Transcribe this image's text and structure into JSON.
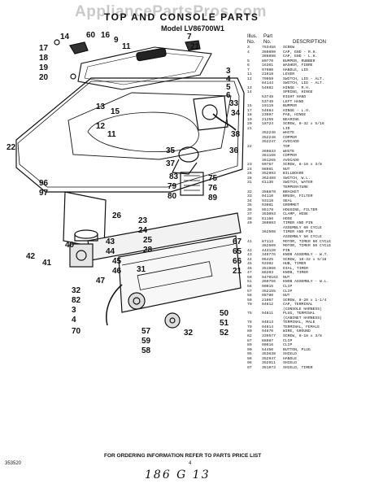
{
  "watermark": "AppliancePartsPros.com",
  "title": "TOP AND CONSOLE PARTS",
  "model": "Model LV86700W1",
  "list_header": {
    "illus_label": "Illus.",
    "no_label": "No.",
    "part_label": "Part",
    "part_no_label": "No.",
    "description_label": "DESCRIPTION"
  },
  "parts": [
    {
      "illus": "3",
      "part": "763456",
      "desc": "SCREW"
    },
    {
      "illus": "4",
      "part": "360890",
      "desc": "CAP, END - R.H."
    },
    {
      "illus": "",
      "part": "360898",
      "desc": "CAP, END - L.H."
    },
    {
      "illus": "5",
      "part": "80770",
      "desc": "BUMPER, RUBBER"
    },
    {
      "illus": "6",
      "part": "16361",
      "desc": "WASHER, FIBRE"
    },
    {
      "illus": "7",
      "part": "97090",
      "desc": "HANDLE, LID"
    },
    {
      "illus": "11",
      "part": "21018",
      "desc": "LEVER"
    },
    {
      "illus": "12",
      "part": "79959",
      "desc": "SWITCH, LID - ALT."
    },
    {
      "illus": "",
      "part": "84144",
      "desc": "SWITCH, LID - ALT."
    },
    {
      "illus": "13",
      "part": "54682",
      "desc": "HINGE - R.H."
    },
    {
      "illus": "14",
      "part": "",
      "desc": "SPRING, HINGE"
    },
    {
      "illus": "",
      "part": "53748",
      "desc": "RIGHT HAND"
    },
    {
      "illus": "",
      "part": "53749",
      "desc": "LEFT HAND"
    },
    {
      "illus": "15",
      "part": "19119",
      "desc": "BUMPER"
    },
    {
      "illus": "17",
      "part": "54684",
      "desc": "HINGE - L.H."
    },
    {
      "illus": "18",
      "part": "23097",
      "desc": "PAD, HINGE"
    },
    {
      "illus": "19",
      "part": "21259",
      "desc": "BEARING"
    },
    {
      "illus": "20",
      "part": "18724",
      "desc": "SCREW, 8-32 x 5/16"
    },
    {
      "illus": "21",
      "part": "",
      "desc": "LID"
    },
    {
      "illus": "",
      "part": "352246",
      "desc": "WHITE"
    },
    {
      "illus": "",
      "part": "352248",
      "desc": "COPPER"
    },
    {
      "illus": "",
      "part": "352247",
      "desc": "AVOCADO"
    },
    {
      "illus": "22",
      "part": "",
      "desc": "TOP"
    },
    {
      "illus": "",
      "part": "360833",
      "desc": "WHITE"
    },
    {
      "illus": "",
      "part": "361166",
      "desc": "COPPER"
    },
    {
      "illus": "",
      "part": "361265",
      "desc": "AVOCADO"
    },
    {
      "illus": "23",
      "part": "90767",
      "desc": "SCREW, 8-18 x 3/8"
    },
    {
      "illus": "24",
      "part": "98981",
      "desc": "NUT"
    },
    {
      "illus": "26",
      "part": "352993",
      "desc": "BILLBOARD"
    },
    {
      "illus": "28",
      "part": "362489",
      "desc": "SWITCH, W.L."
    },
    {
      "illus": "31",
      "part": "61136",
      "desc": "SWITCH, WATER"
    },
    {
      "illus": "",
      "part": "",
      "desc": "TEMPERATURE"
    },
    {
      "illus": "32",
      "part": "358870",
      "desc": "BRACKET"
    },
    {
      "illus": "33",
      "part": "94110",
      "desc": "BRUSH, FILTER"
    },
    {
      "illus": "34",
      "part": "93118",
      "desc": "SEAL"
    },
    {
      "illus": "35",
      "part": "93081",
      "desc": "GROMMET"
    },
    {
      "illus": "36",
      "part": "95178",
      "desc": "HOUSING, FILTER"
    },
    {
      "illus": "37",
      "part": "353093",
      "desc": "CLAMP, HOSE"
    },
    {
      "illus": "38",
      "part": "61166",
      "desc": "HOSE"
    },
    {
      "illus": "40",
      "part": "360893",
      "desc": "TIMER AND PIN"
    },
    {
      "illus": "",
      "part": "",
      "desc": "ASSEMBLY 60 CYCLE"
    },
    {
      "illus": "",
      "part": "362508",
      "desc": "TIMER AND PIN"
    },
    {
      "illus": "",
      "part": "",
      "desc": "ASSEMBLY 50 CYCLE"
    },
    {
      "illus": "41",
      "part": "87113",
      "desc": "MOTOR, TIMER 60 CYCLE"
    },
    {
      "illus": "",
      "part": "362509",
      "desc": "MOTOR, TIMER 50 CYCLE"
    },
    {
      "illus": "42",
      "part": "443120",
      "desc": "PIN"
    },
    {
      "illus": "43",
      "part": "340776",
      "desc": "KNOB ASSEMBLY - W.T."
    },
    {
      "illus": "44",
      "part": "96425",
      "desc": "SCREW, 10-32 x 5/16"
    },
    {
      "illus": "45",
      "part": "93392",
      "desc": "HUB, TIMER"
    },
    {
      "illus": "46",
      "part": "351966",
      "desc": "DIAL, TIMER"
    },
    {
      "illus": "47",
      "part": "86203",
      "desc": "KNOB, TIMER"
    },
    {
      "illus": "50",
      "part": "9470163",
      "desc": "NUT"
    },
    {
      "illus": "51",
      "part": "360756",
      "desc": "KNOB ASSEMBLY - W.L."
    },
    {
      "illus": "56",
      "part": "90015",
      "desc": "CLIP"
    },
    {
      "illus": "57",
      "part": "352155",
      "desc": "CLIP"
    },
    {
      "illus": "58",
      "part": "98780",
      "desc": "NUT"
    },
    {
      "illus": "59",
      "part": "21067",
      "desc": "SCREW, 8-20 x 1-1/4"
    },
    {
      "illus": "70",
      "part": "94612",
      "desc": "CAP, TERMINAL"
    },
    {
      "illus": "",
      "part": "",
      "desc": "(CONSOLE HARNESS)"
    },
    {
      "illus": "75",
      "part": "94811",
      "desc": "PLUG, TERMINAL"
    },
    {
      "illus": "",
      "part": "",
      "desc": "(CABINET HARNESS)"
    },
    {
      "illus": "78",
      "part": "94813",
      "desc": "TERMINAL, MALE"
    },
    {
      "illus": "79",
      "part": "94814",
      "desc": "TERMINAL, FEMALE"
    },
    {
      "illus": "80",
      "part": "94670",
      "desc": "WIRE, GROUND"
    },
    {
      "illus": "82",
      "part": "339577",
      "desc": "SCREW, 8-18 x 3/8"
    },
    {
      "illus": "87",
      "part": "88987",
      "desc": "CLIP"
    },
    {
      "illus": "89",
      "part": "90916",
      "desc": "CLIP"
    },
    {
      "illus": "90",
      "part": "54450",
      "desc": "BUTTON, PLUG"
    },
    {
      "illus": "95",
      "part": "353638",
      "desc": "SHIELD"
    },
    {
      "illus": "96",
      "part": "352947",
      "desc": "HANDLE"
    },
    {
      "illus": "96",
      "part": "352911",
      "desc": "SHIELD"
    },
    {
      "illus": "97",
      "part": "351973",
      "desc": "SHIELD, TIMER"
    }
  ],
  "callouts": {
    "c14": "14",
    "c60": "60",
    "c16": "16",
    "c9": "9",
    "c11": "11",
    "c17": "17",
    "c18": "18",
    "c19": "19",
    "c20": "20",
    "c7": "7",
    "c21": "21",
    "c3": "3",
    "c4": "4",
    "c5": "5",
    "c6": "6",
    "c13": "13",
    "c12": "12",
    "c11b": "11",
    "c15": "15",
    "c33": "33",
    "c34": "34",
    "c38": "38",
    "c36": "36",
    "c22": "22",
    "c35": "35",
    "c37": "37",
    "c83": "83",
    "c79": "79",
    "c80": "80",
    "c75": "75",
    "c76": "76",
    "c89": "89",
    "c96": "96",
    "c97": "97",
    "c41": "41",
    "c40": "40",
    "c42": "42",
    "c43": "43",
    "c44": "44",
    "c45": "45",
    "c46": "46",
    "c47": "47",
    "c26": "26",
    "c23": "23",
    "c24": "24",
    "c25": "25",
    "c28": "28",
    "c31": "31",
    "c32": "32",
    "c82": "82",
    "c3b": "3",
    "c4b": "4",
    "c70": "70",
    "c67": "67",
    "c65": "65",
    "c66": "66",
    "c21b": "21",
    "c57": "57",
    "c59": "59",
    "c58": "58",
    "c32b": "32",
    "c50": "50",
    "c51": "51",
    "c52": "52"
  },
  "footer": "FOR ORDERING INFORMATION REFER TO PARTS PRICE LIST",
  "doc_code": "353520",
  "page_number": "4",
  "handwritten": "186 G 13"
}
